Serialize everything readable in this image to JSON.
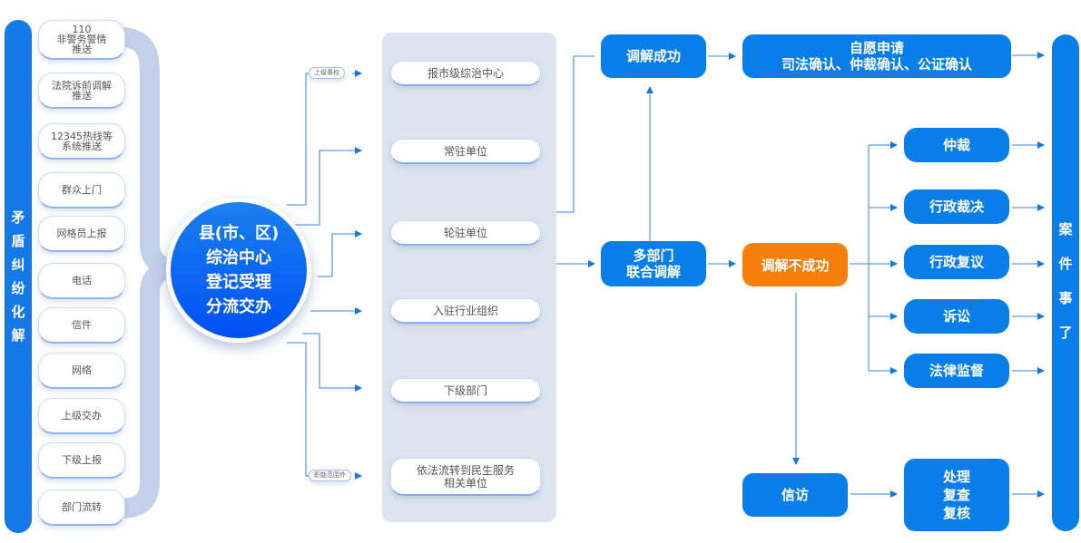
{
  "title_left": "矛盾纠纷化解",
  "sources": [
    "110\n非警务警情\n推送",
    "法院诉前调解\n推送",
    "12345热线等\n系统推送",
    "群众上门",
    "网格员上报",
    "电话",
    "信件",
    "网络",
    "上级交办",
    "下级上报",
    "部门流转"
  ],
  "hub": "县(市、区)\n综治中心\n登记受理\n分流交办",
  "tags": {
    "upper": "上级事权",
    "outside": "职能范围外"
  },
  "middle": [
    "报市级综治中心",
    "常驻单位",
    "轮驻单位",
    "入驻行业组织",
    "下级部门",
    "依法流转到民生服务\n相关单位"
  ],
  "mediation": {
    "success": "调解成功",
    "joint": "多部门\n联合调解",
    "fail": "调解不成功",
    "voluntary": "自愿申请\n司法确认、仲裁确认、公证确认"
  },
  "outcomes": [
    "仲裁",
    "行政裁决",
    "行政复议",
    "诉讼",
    "法律监督"
  ],
  "petition": "信访",
  "handling": "处理\n复查\n复核",
  "title_right": "案件事了",
  "colors": {
    "primary": "#0a7ee8",
    "left_bar": "#1479e6",
    "warning": "#f57f0a",
    "panel": "#dde4f0",
    "connector": "#3f8ef0"
  }
}
